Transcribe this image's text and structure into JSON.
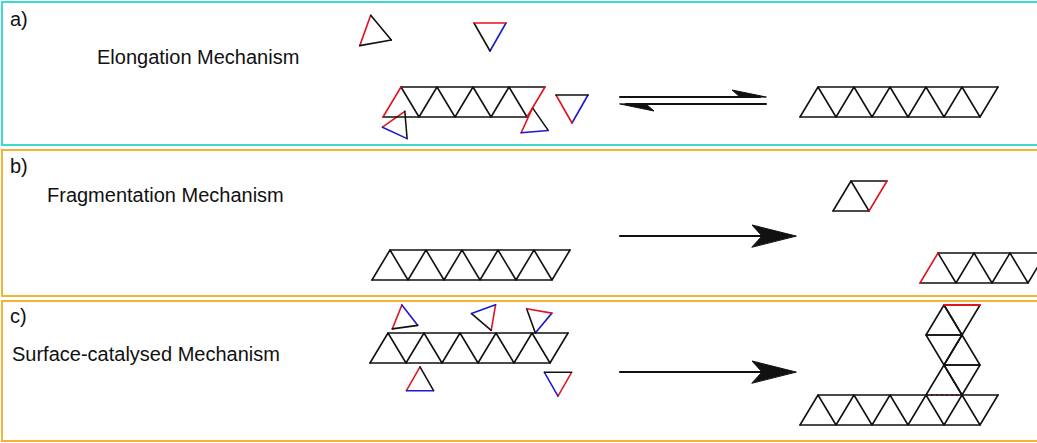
{
  "diagram": {
    "nodes": [
      {
        "text": [
          "a)",
          "Elongation Mechanism"
        ]
      },
      {
        "text": [
          "b)",
          "Fragmentation Mechanism"
        ]
      },
      {
        "text": [
          "c)",
          "Surface-catalysed Mechanism"
        ]
      }
    ]
  }
}
